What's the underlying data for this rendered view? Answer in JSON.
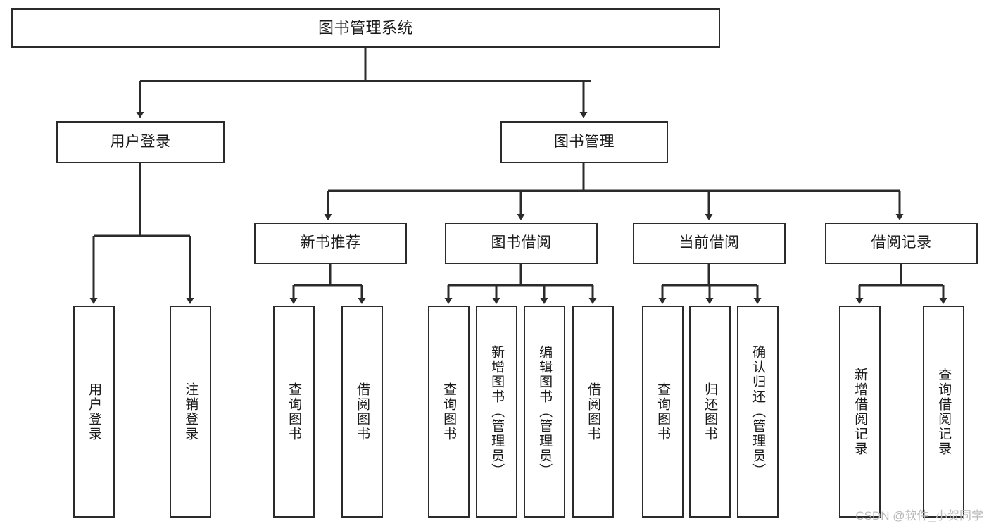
{
  "diagram": {
    "title": "图书管理系统",
    "watermark": "CSDN @软件_小贺同学",
    "accent_color": "#2b2b2b",
    "background_color": "#ffffff",
    "nodes": {
      "root": "图书管理系统",
      "l2": {
        "user_login": "用户登录",
        "book_manage": "图书管理"
      },
      "l3": {
        "new_book_rec": "新书推荐",
        "book_borrow": "图书借阅",
        "current_borrow": "当前借阅",
        "borrow_record": "借阅记录"
      },
      "leaves": {
        "user_login_do": "用户登录",
        "user_logout": "注销登录",
        "rec_query_book": "查询图书",
        "rec_borrow_book": "借阅图书",
        "borrow_query_book": "查询图书",
        "borrow_add_book": "新增图书（管理员）",
        "borrow_edit_book": "编辑图书（管理员）",
        "borrow_borrow_book": "借阅图书",
        "cur_query_book": "查询图书",
        "cur_return_book": "归还图书",
        "cur_confirm_return": "确认归还（管理员）",
        "rec_add_record": "新增借阅记录",
        "rec_query_record": "查询借阅记录"
      }
    }
  }
}
